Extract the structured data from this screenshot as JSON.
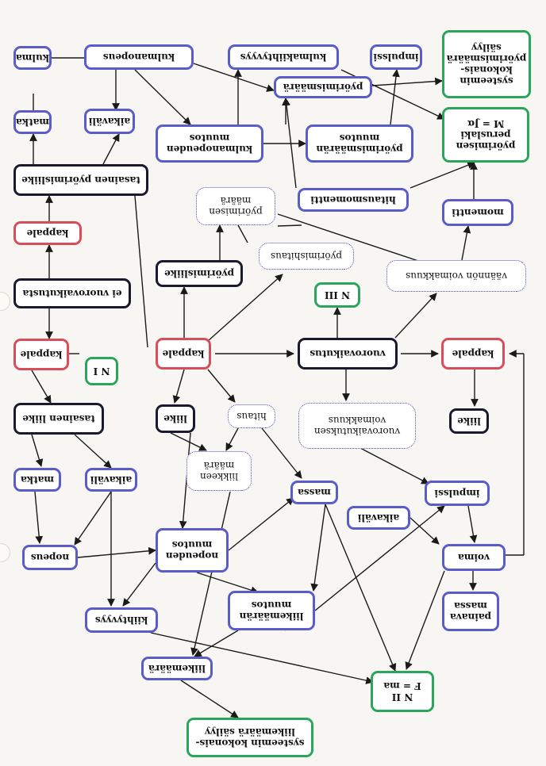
{
  "nodes": {
    "kulma": "kulma",
    "kulmanopeus": "kulmanopeus",
    "kulmakiihtyvyys": "kulmakiihtyvyys",
    "impulssi_top": "impulssi",
    "pyorimismaaran_sailyminen": "systeemin\nkokonais-\npyörimismäärä\nsäilyy",
    "pyorimismaara": "pyörimismäärä",
    "matka_top": "matka",
    "aikavali_top": "aikaväli",
    "kulmanopeuden_muutos": "kulmanopeuden\nmuutos",
    "pyorimismaaran_muutos": "pyörimismäärän\nmuutos",
    "perustaki": "pyörimisen\nperuslaki\nM = Jα",
    "tasainen_pyorimisliike": "tasainen pyörimisliike",
    "pyorimisen_maara": "pyörimisen\nmäärä",
    "hitausmomentti": "hitausmomentti",
    "momentti": "momentti",
    "kappale_red_top": "kappale",
    "pyorimishitaus": "pyörimishitaus",
    "pyorimisliike": "pyörimisliike",
    "vaannon_voimakkuus": "väännön voimakkuus",
    "ei_vuorovaikutusta": "ei vuorovaikutusta",
    "n3": "N III",
    "kappale_red_left": "kappale",
    "n1": "N I",
    "kappale_center": "kappale",
    "vuorovaikutus": "vuorovaikutus",
    "kappale_red_right": "kappale",
    "tasainen_liike": "tasainen liike",
    "liike_center": "liike",
    "hitaus": "hitaus",
    "vuorovaikutuksen_voimakkuus": "vuorovaikutuksen\nvoimakkuus",
    "liike_right": "liike",
    "matka_mid": "matka",
    "aikavali_mid": "aikaväli",
    "liikkeen_maara": "liikkeen\nmäärä",
    "massa_center": "massa",
    "impulssi_mid": "impulssi",
    "aikavali_right": "aikaväli",
    "nopeus": "nopeus",
    "nopeuden_muutos": "nopeuden\nmuutos",
    "voima": "voima",
    "liikemaaran_muutos": "liikemäärän\nmuutos",
    "painava_massa": "painava\nmassa",
    "kiihtyvyys": "kiihtyvyys",
    "liikemaara": "liikemäärä",
    "n2": "N II\nF = ma",
    "liikemaaran_sailyminen": "systeemin kokonais-\nliikemäärä säilyy"
  },
  "colors": {
    "blue": "#5a5cc8",
    "black": "#1a1a2e",
    "red": "#d94c5a",
    "green": "#2aa55a",
    "arrow": "#1a1a1a"
  }
}
